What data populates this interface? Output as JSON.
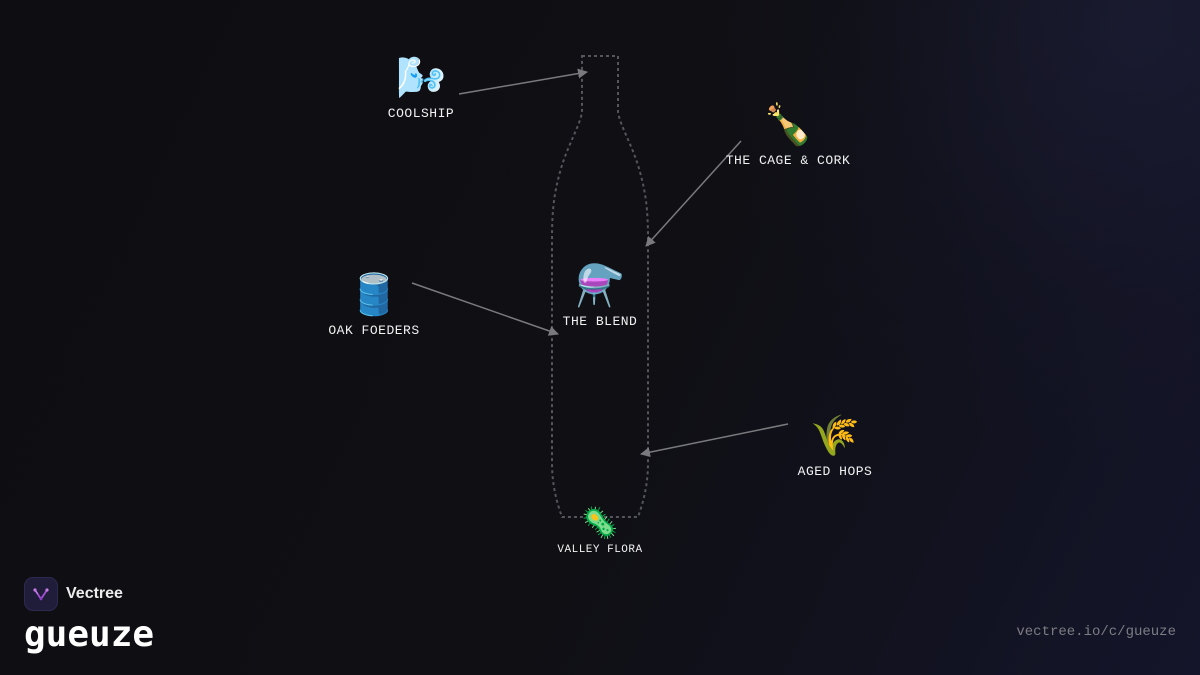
{
  "diagram": {
    "nodes": [
      {
        "id": "coolship",
        "label": "COOLSHIP",
        "icon": "wind-face-icon",
        "glyph": "🌬️"
      },
      {
        "id": "cage",
        "label": "THE CAGE & CORK",
        "icon": "bottle-popping-cork-icon",
        "glyph": "🍾"
      },
      {
        "id": "oak",
        "label": "OAK FOEDERS",
        "icon": "oil-drum-icon",
        "glyph": "🛢️"
      },
      {
        "id": "blend",
        "label": "THE BLEND",
        "icon": "alembic-flask-icon",
        "glyph": "⚗️"
      },
      {
        "id": "hops",
        "label": "AGED HOPS",
        "icon": "sheaf-of-rice-icon",
        "glyph": "🌾"
      },
      {
        "id": "flora",
        "label": "VALLEY FLORA",
        "icon": "microbe-icon",
        "glyph": "🦠"
      }
    ],
    "edges": [
      {
        "from": "coolship",
        "to": "bottle-neck"
      },
      {
        "from": "cage",
        "to": "bottle-shoulder"
      },
      {
        "from": "oak",
        "to": "blend"
      },
      {
        "from": "hops",
        "to": "bottle-body"
      }
    ],
    "colors": {
      "arrow": "#7a7a7e",
      "bottle_outline": "#55555c",
      "logo_accent": "#a34fd6"
    }
  },
  "brand": {
    "name": "Vectree",
    "title": "gueuze",
    "url": "vectree.io/c/gueuze",
    "logo_icon": "vectree-logo-icon"
  }
}
